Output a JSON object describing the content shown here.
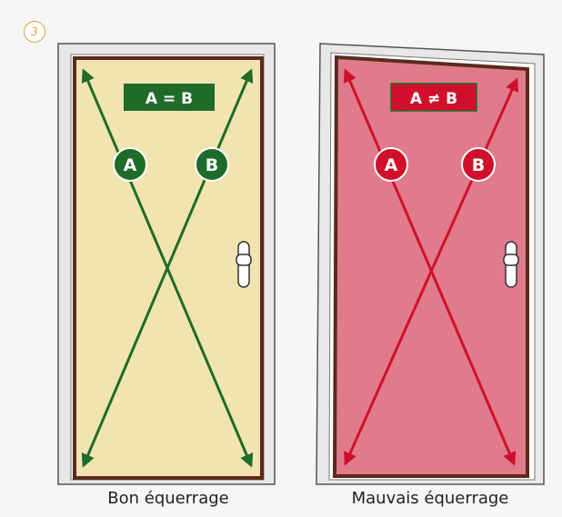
{
  "step_badge": "3",
  "left_panel": {
    "equation": "A = B",
    "label_a": "A",
    "label_b": "B",
    "caption": "Bon équerrage",
    "door_color": "#f2e4b0",
    "accent_color": "#1f6b2a"
  },
  "right_panel": {
    "equation": "A ≠ B",
    "label_a": "A",
    "label_b": "B",
    "caption": "Mauvais équerrage",
    "door_color": "#e07b8b",
    "accent_color": "#d0102b"
  },
  "frame_color": "#e8e8e8",
  "door_edge_color": "#5a2a1c"
}
